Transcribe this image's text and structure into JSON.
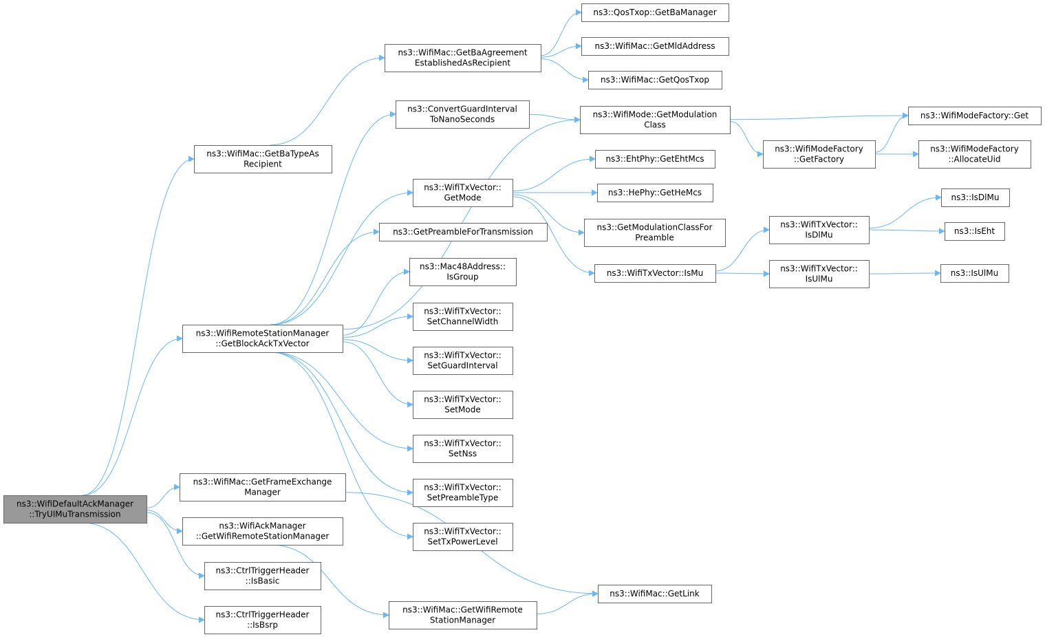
{
  "colors": {
    "edge": "#63b8ff",
    "node_border": "#666666",
    "node_fill": "#ffffff",
    "root_fill": "#999999"
  },
  "nodes": [
    {
      "id": "root",
      "lines": [
        "ns3::WifiDefaultAckManager",
        "::TryUlMuTransmission"
      ],
      "root": true
    },
    {
      "id": "getBaTypeAsRecipient",
      "lines": [
        "ns3::WifiMac::GetBaTypeAs",
        "Recipient"
      ]
    },
    {
      "id": "getBlockAckTxVector",
      "lines": [
        "ns3::WifiRemoteStationManager",
        "::GetBlockAckTxVector"
      ]
    },
    {
      "id": "getFrameExchangeManager",
      "lines": [
        "ns3::WifiMac::GetFrameExchange",
        "Manager"
      ]
    },
    {
      "id": "ackGetWifiRemoteStationManager",
      "lines": [
        "ns3::WifiAckManager",
        "::GetWifiRemoteStationManager"
      ]
    },
    {
      "id": "isBasic",
      "lines": [
        "ns3::CtrlTriggerHeader",
        "::IsBasic"
      ]
    },
    {
      "id": "isBsrp",
      "lines": [
        "ns3::CtrlTriggerHeader",
        "::IsBsrp"
      ]
    },
    {
      "id": "getBaAgreementEstablishedAsRecipient",
      "lines": [
        "ns3::WifiMac::GetBaAgreement",
        "EstablishedAsRecipient"
      ]
    },
    {
      "id": "convertGuardInterval",
      "lines": [
        "ns3::ConvertGuardInterval",
        "ToNanoSeconds"
      ]
    },
    {
      "id": "getMode",
      "lines": [
        "ns3::WifiTxVector::",
        "GetMode"
      ]
    },
    {
      "id": "getPreambleForTransmission",
      "lines": [
        "ns3::GetPreambleForTransmission"
      ]
    },
    {
      "id": "isGroup",
      "lines": [
        "ns3::Mac48Address::",
        "IsGroup"
      ]
    },
    {
      "id": "setChannelWidth",
      "lines": [
        "ns3::WifiTxVector::",
        "SetChannelWidth"
      ]
    },
    {
      "id": "setGuardInterval",
      "lines": [
        "ns3::WifiTxVector::",
        "SetGuardInterval"
      ]
    },
    {
      "id": "setMode",
      "lines": [
        "ns3::WifiTxVector::",
        "SetMode"
      ]
    },
    {
      "id": "setNss",
      "lines": [
        "ns3::WifiTxVector::",
        "SetNss"
      ]
    },
    {
      "id": "setPreambleType",
      "lines": [
        "ns3::WifiTxVector::",
        "SetPreambleType"
      ]
    },
    {
      "id": "setTxPowerLevel",
      "lines": [
        "ns3::WifiTxVector::",
        "SetTxPowerLevel"
      ]
    },
    {
      "id": "macGetWifiRemoteStationManager",
      "lines": [
        "ns3::WifiMac::GetWifiRemote",
        "StationManager"
      ]
    },
    {
      "id": "getBaManager",
      "lines": [
        "ns3::QosTxop::GetBaManager"
      ]
    },
    {
      "id": "getMldAddress",
      "lines": [
        "ns3::WifiMac::GetMldAddress"
      ]
    },
    {
      "id": "getQosTxop",
      "lines": [
        "ns3::WifiMac::GetQosTxop"
      ]
    },
    {
      "id": "getModulationClass",
      "lines": [
        "ns3::WifiMode::GetModulation",
        "Class"
      ]
    },
    {
      "id": "getEhtMcs",
      "lines": [
        "ns3::EhtPhy::GetEhtMcs"
      ]
    },
    {
      "id": "getHeMcs",
      "lines": [
        "ns3::HePhy::GetHeMcs"
      ]
    },
    {
      "id": "getModulationClassForPreamble",
      "lines": [
        "ns3::GetModulationClassFor",
        "Preamble"
      ]
    },
    {
      "id": "isMu",
      "lines": [
        "ns3::WifiTxVector::IsMu"
      ]
    },
    {
      "id": "getLink",
      "lines": [
        "ns3::WifiMac::GetLink"
      ]
    },
    {
      "id": "getFactory",
      "lines": [
        "ns3::WifiModeFactory",
        "::GetFactory"
      ]
    },
    {
      "id": "factoryGet",
      "lines": [
        "ns3::WifiModeFactory::Get"
      ]
    },
    {
      "id": "allocateUid",
      "lines": [
        "ns3::WifiModeFactory",
        "::AllocateUid"
      ]
    },
    {
      "id": "txIsDlMu",
      "lines": [
        "ns3::WifiTxVector::",
        "IsDlMu"
      ]
    },
    {
      "id": "txIsUlMu",
      "lines": [
        "ns3::WifiTxVector::",
        "IsUlMu"
      ]
    },
    {
      "id": "isDlMu",
      "lines": [
        "ns3::IsDlMu"
      ]
    },
    {
      "id": "isEht",
      "lines": [
        "ns3::IsEht"
      ]
    },
    {
      "id": "isUlMu",
      "lines": [
        "ns3::IsUlMu"
      ]
    }
  ],
  "edges": [
    [
      "root",
      "getBaTypeAsRecipient"
    ],
    [
      "root",
      "getBlockAckTxVector"
    ],
    [
      "root",
      "getFrameExchangeManager"
    ],
    [
      "root",
      "ackGetWifiRemoteStationManager"
    ],
    [
      "root",
      "isBasic"
    ],
    [
      "root",
      "isBsrp"
    ],
    [
      "getBaTypeAsRecipient",
      "getBaAgreementEstablishedAsRecipient"
    ],
    [
      "getBaAgreementEstablishedAsRecipient",
      "getBaManager"
    ],
    [
      "getBaAgreementEstablishedAsRecipient",
      "getMldAddress"
    ],
    [
      "getBaAgreementEstablishedAsRecipient",
      "getQosTxop"
    ],
    [
      "getBlockAckTxVector",
      "convertGuardInterval"
    ],
    [
      "getBlockAckTxVector",
      "getModulationClass"
    ],
    [
      "getBlockAckTxVector",
      "getMode"
    ],
    [
      "getBlockAckTxVector",
      "getPreambleForTransmission"
    ],
    [
      "getBlockAckTxVector",
      "isGroup"
    ],
    [
      "getBlockAckTxVector",
      "setChannelWidth"
    ],
    [
      "getBlockAckTxVector",
      "setGuardInterval"
    ],
    [
      "getBlockAckTxVector",
      "setMode"
    ],
    [
      "getBlockAckTxVector",
      "setNss"
    ],
    [
      "getBlockAckTxVector",
      "setPreambleType"
    ],
    [
      "getBlockAckTxVector",
      "setTxPowerLevel"
    ],
    [
      "convertGuardInterval",
      "getModulationClass"
    ],
    [
      "getModulationClass",
      "factoryGet"
    ],
    [
      "getModulationClass",
      "getFactory"
    ],
    [
      "getFactory",
      "factoryGet"
    ],
    [
      "getFactory",
      "allocateUid"
    ],
    [
      "getMode",
      "getEhtMcs"
    ],
    [
      "getMode",
      "getHeMcs"
    ],
    [
      "getMode",
      "getModulationClassForPreamble"
    ],
    [
      "getMode",
      "isMu"
    ],
    [
      "isMu",
      "txIsDlMu"
    ],
    [
      "isMu",
      "txIsUlMu"
    ],
    [
      "txIsDlMu",
      "isDlMu"
    ],
    [
      "txIsDlMu",
      "isEht"
    ],
    [
      "txIsUlMu",
      "isUlMu"
    ],
    [
      "getFrameExchangeManager",
      "getLink"
    ],
    [
      "ackGetWifiRemoteStationManager",
      "macGetWifiRemoteStationManager"
    ],
    [
      "macGetWifiRemoteStationManager",
      "getLink"
    ]
  ]
}
